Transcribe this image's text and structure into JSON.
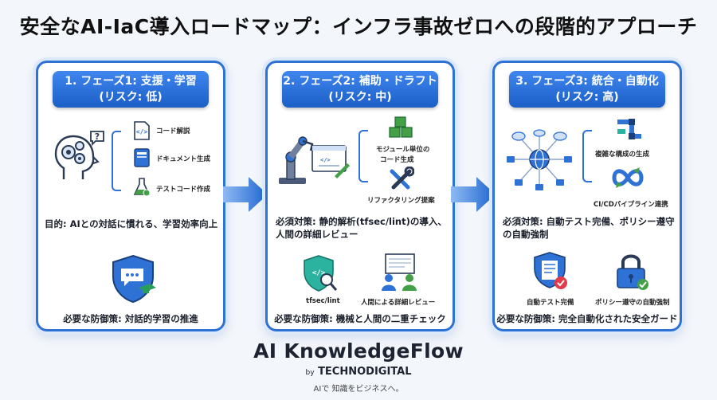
{
  "title": "安全なAI-IaC導入ロードマップ：インフラ事故ゼロへの段階的アプローチ",
  "phases": [
    {
      "header_line1": "1. フェーズ1: 支援・学習",
      "header_line2": "(リスク: 低)",
      "items": [
        "コード解説",
        "ドキュメント生成",
        "テストコード作成"
      ],
      "purpose": "目的: AIとの対話に慣れる、学習効率向上",
      "defense": "必要な防御策: 対話的学習の推進"
    },
    {
      "header_line1": "2. フェーズ2: 補助・ドラフト",
      "header_line2": "(リスク: 中)",
      "items": [
        "モジュール単位の",
        "コード生成",
        "リファクタリング提案"
      ],
      "required": "必須対策: 静的解析(tfsec/lint)の導入、人間の詳細レビュー",
      "icon_labels": [
        "tfsec/lint",
        "人間による詳細レビュー"
      ],
      "defense": "必要な防御策: 機械と人間の二重チェック"
    },
    {
      "header_line1": "3. フェーズ3: 統合・自動化",
      "header_line2": "(リスク: 高)",
      "items": [
        "複雑な構成の生成",
        "CI/CDパイプライン連携"
      ],
      "required": "必須対策: 自動テスト完備、ポリシー遵守の自動強制",
      "icon_labels": [
        "自動テスト完備",
        "ポリシー遵守の自動強制"
      ],
      "defense": "必要な防御策: 完全自動化された安全ガード"
    }
  ],
  "brand": {
    "name": "AI KnowledgeFlow",
    "by": "by",
    "company": "TECHNODIGITAL",
    "tagline": "AIで 知識をビジネスへ。"
  },
  "colors": {
    "accent": "#2f72d6",
    "header": "#1b5fc7",
    "green": "#43a047",
    "teal": "#2bb3a0"
  }
}
